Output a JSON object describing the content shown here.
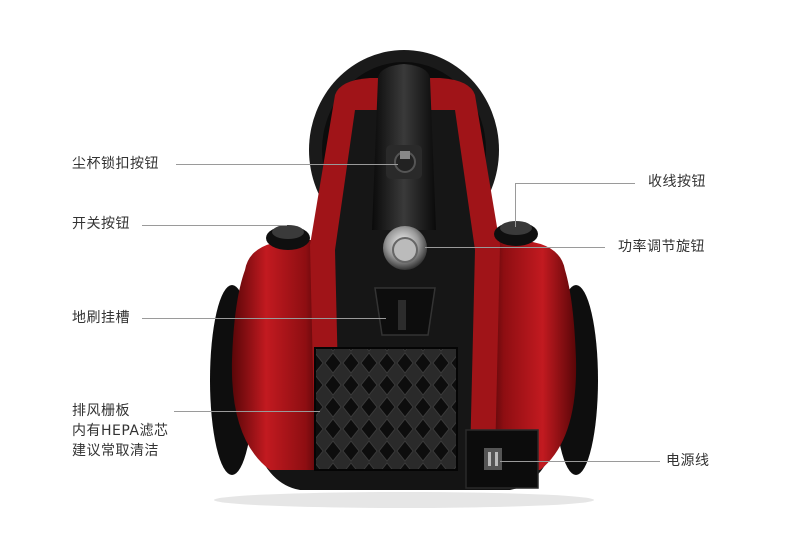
{
  "annotations": {
    "dust_cup_lock": "尘杯锁扣按钮",
    "power_switch": "开关按钮",
    "brush_holder": "地刷挂槽",
    "exhaust_line1": "排风栅板",
    "exhaust_line2": "内有HEPA滤芯",
    "exhaust_line3": "建议常取清洁",
    "cord_rewind": "收线按钮",
    "power_knob": "功率调节旋钮",
    "power_cord": "电源线"
  },
  "colors": {
    "body_red": "#b0161b",
    "body_black": "#151515",
    "leader_line": "#9a9a9a",
    "text": "#333333"
  }
}
